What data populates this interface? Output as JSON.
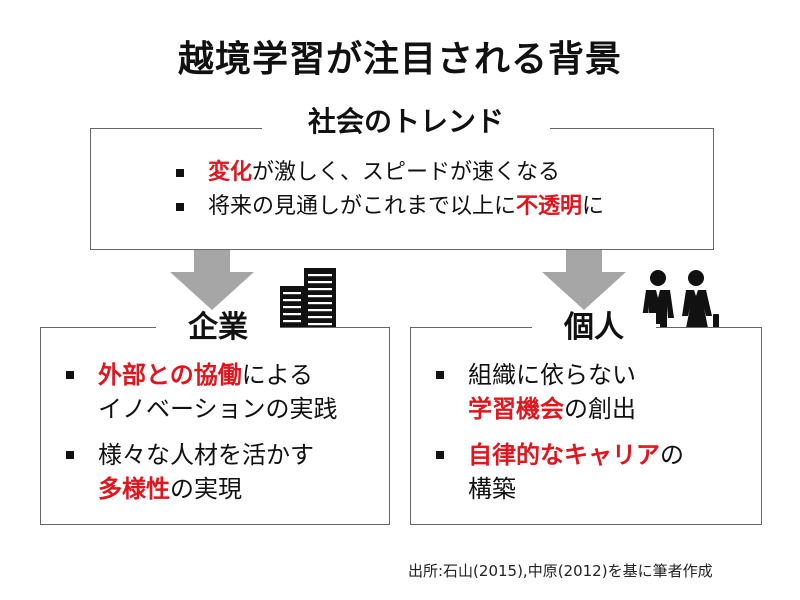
{
  "title": "越境学習が注目される背景",
  "trend": {
    "label": "社会のトレンド",
    "items": [
      {
        "highlight": "変化",
        "rest": "が激しく、スピードが速くなる"
      },
      {
        "before": "将来の見通しがこれまで以上に",
        "highlight": "不透明",
        "after": "に"
      }
    ]
  },
  "corporate": {
    "label": "企業",
    "icon": "building-icon",
    "items": [
      {
        "highlight": "外部との協働",
        "rest": "による",
        "line2": "イノベーションの実践"
      },
      {
        "line1": "様々な人材を活かす",
        "highlight": "多様性",
        "rest": "の実現"
      }
    ]
  },
  "individual": {
    "label": "個人",
    "icon": "people-icon",
    "items": [
      {
        "line1": "組織に依らない",
        "highlight": "学習機会",
        "rest": "の創出"
      },
      {
        "highlight": "自律的なキャリア",
        "rest": "の",
        "line2": "構築"
      }
    ]
  },
  "source": "出所:石山(2015),中原(2012)を基に筆者作成",
  "colors": {
    "highlight": "#e0161f",
    "arrow": "#a6a6a6",
    "border": "#666666",
    "icon": "#111111"
  }
}
